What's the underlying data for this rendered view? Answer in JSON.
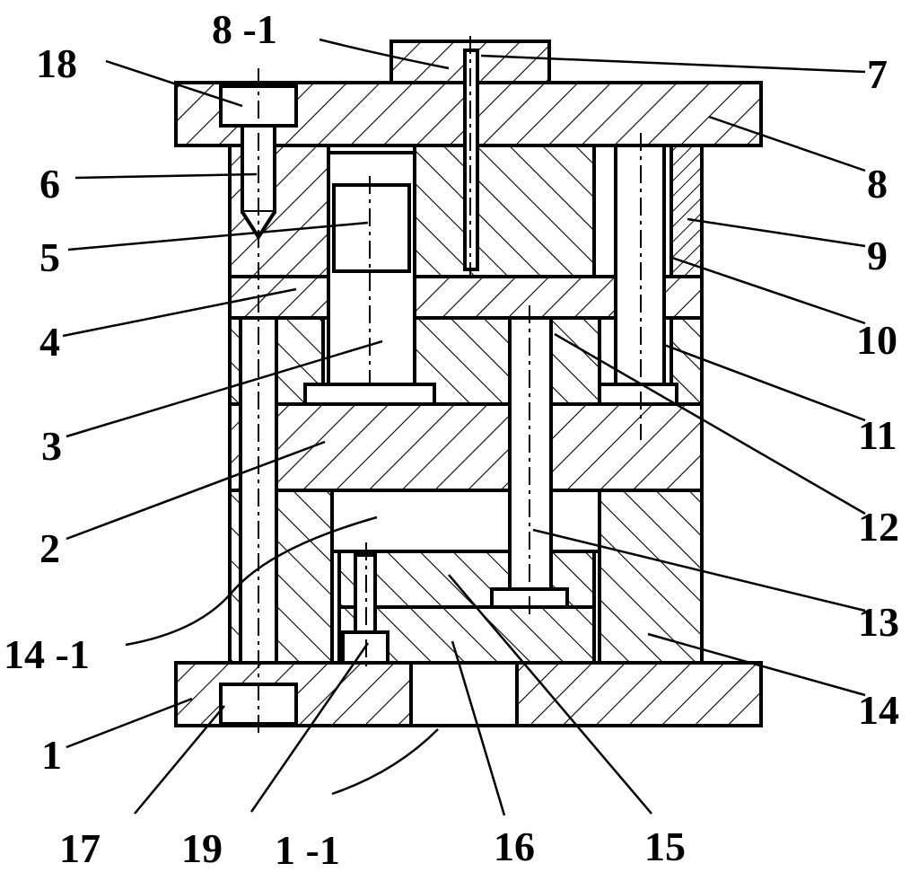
{
  "diagram": {
    "labels": [
      {
        "id": "8-1",
        "text": "8 -1"
      },
      {
        "id": "7",
        "text": "7"
      },
      {
        "id": "18",
        "text": "18"
      },
      {
        "id": "8",
        "text": "8"
      },
      {
        "id": "6",
        "text": "6"
      },
      {
        "id": "9",
        "text": "9"
      },
      {
        "id": "5",
        "text": "5"
      },
      {
        "id": "10",
        "text": "10"
      },
      {
        "id": "4",
        "text": "4"
      },
      {
        "id": "11",
        "text": "11"
      },
      {
        "id": "3",
        "text": "3"
      },
      {
        "id": "12",
        "text": "12"
      },
      {
        "id": "2",
        "text": "2"
      },
      {
        "id": "13",
        "text": "13"
      },
      {
        "id": "14-1",
        "text": "14 -1"
      },
      {
        "id": "14",
        "text": "14"
      },
      {
        "id": "1",
        "text": "1"
      },
      {
        "id": "17",
        "text": "17"
      },
      {
        "id": "19",
        "text": "19"
      },
      {
        "id": "1-1",
        "text": "1 -1"
      },
      {
        "id": "16",
        "text": "16"
      },
      {
        "id": "15",
        "text": "15"
      }
    ]
  }
}
